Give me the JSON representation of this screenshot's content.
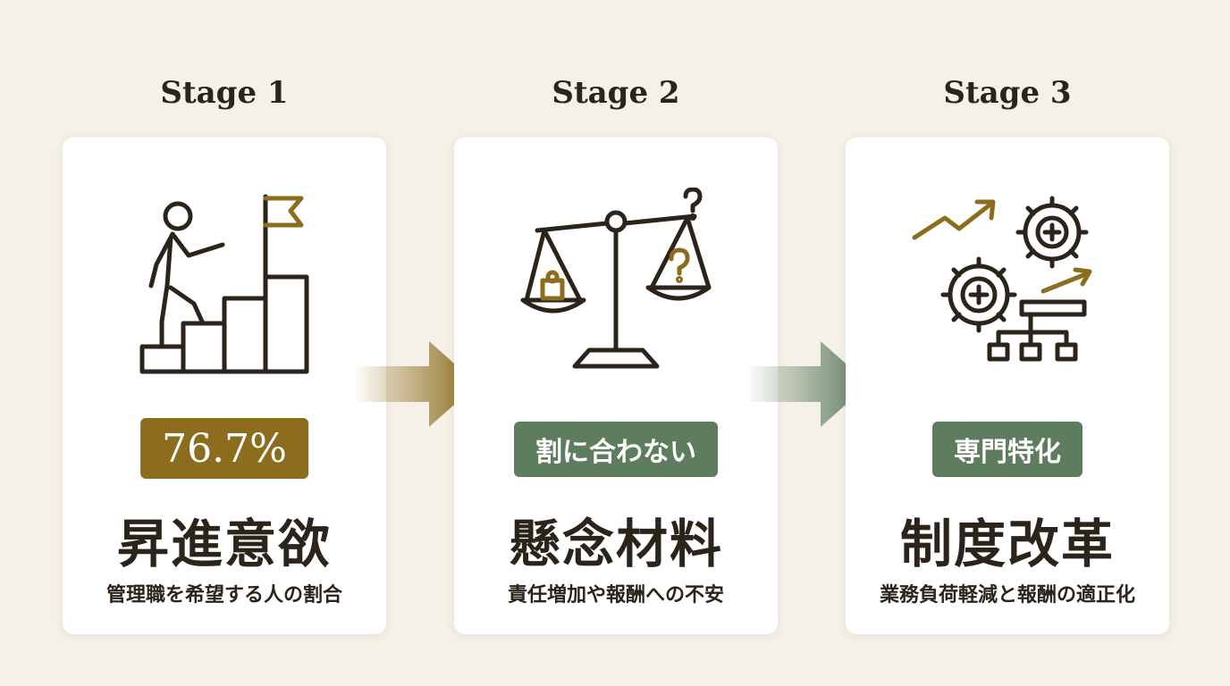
{
  "stages": [
    {
      "label": "Stage 1",
      "badge": "76.7%",
      "title": "昇進意欲",
      "description": "管理職を希望する人の割合",
      "icon": "stairs-climb-flag-icon",
      "badge_color": "#8c6d1e"
    },
    {
      "label": "Stage 2",
      "badge": "割に合わない",
      "title": "懸念材料",
      "description": "責任増加や報酬への不安",
      "icon": "balance-scale-question-icon",
      "badge_color": "#5e7c5e"
    },
    {
      "label": "Stage 3",
      "badge": "専門特化",
      "title": "制度改革",
      "description": "業務負荷軽減と報酬の適正化",
      "icon": "gears-growth-org-icon",
      "badge_color": "#5e7c5e"
    }
  ],
  "arrows": [
    {
      "icon": "arrow-right-icon",
      "color": "#8c6d1e"
    },
    {
      "icon": "arrow-right-icon",
      "color": "#5e7c5e"
    }
  ],
  "colors": {
    "background": "#f5f1e8",
    "text": "#2b241b",
    "gold": "#8c6d1e",
    "green": "#5e7c5e"
  }
}
